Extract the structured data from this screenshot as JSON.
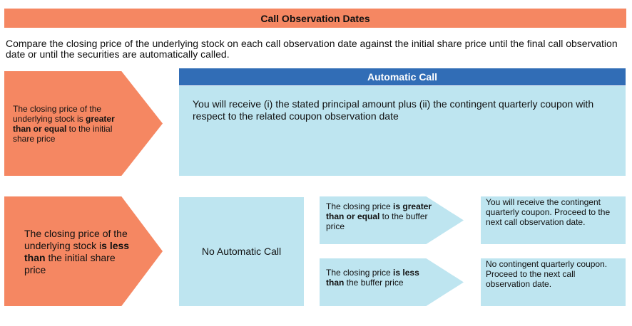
{
  "header": {
    "title": "Call Observation Dates"
  },
  "intro": {
    "text": "Compare the closing price of the underlying stock on each call observation date against the initial share price until the final call observation date or until the securities are automatically called."
  },
  "arrow_top": {
    "pre": "The closing price of the underlying stock is ",
    "bold": "greater than or equal",
    "post": " to the initial share price"
  },
  "automatic_call": {
    "title": "Automatic Call",
    "text": "You will receive (i) the stated principal amount plus (ii) the contingent quarterly coupon with respect to the related coupon observation date"
  },
  "arrow_bottom": {
    "pre": "The closing price of the underlying stock i",
    "bold": "s less than",
    "post": " the initial share price"
  },
  "no_call": {
    "text": "No Automatic Call"
  },
  "buffer_ge": {
    "pre": "The closing price ",
    "bold": "is greater than or equal",
    "post": " to the buffer price"
  },
  "buffer_lt": {
    "pre": "The closing price ",
    "bold": "is less than",
    "post": " the buffer price"
  },
  "outcome_ge": {
    "text": "You will receive the contingent quarterly coupon.  Proceed to the next call observation date."
  },
  "outcome_lt": {
    "text": "No contingent quarterly coupon.  Proceed to the next call observation date."
  }
}
